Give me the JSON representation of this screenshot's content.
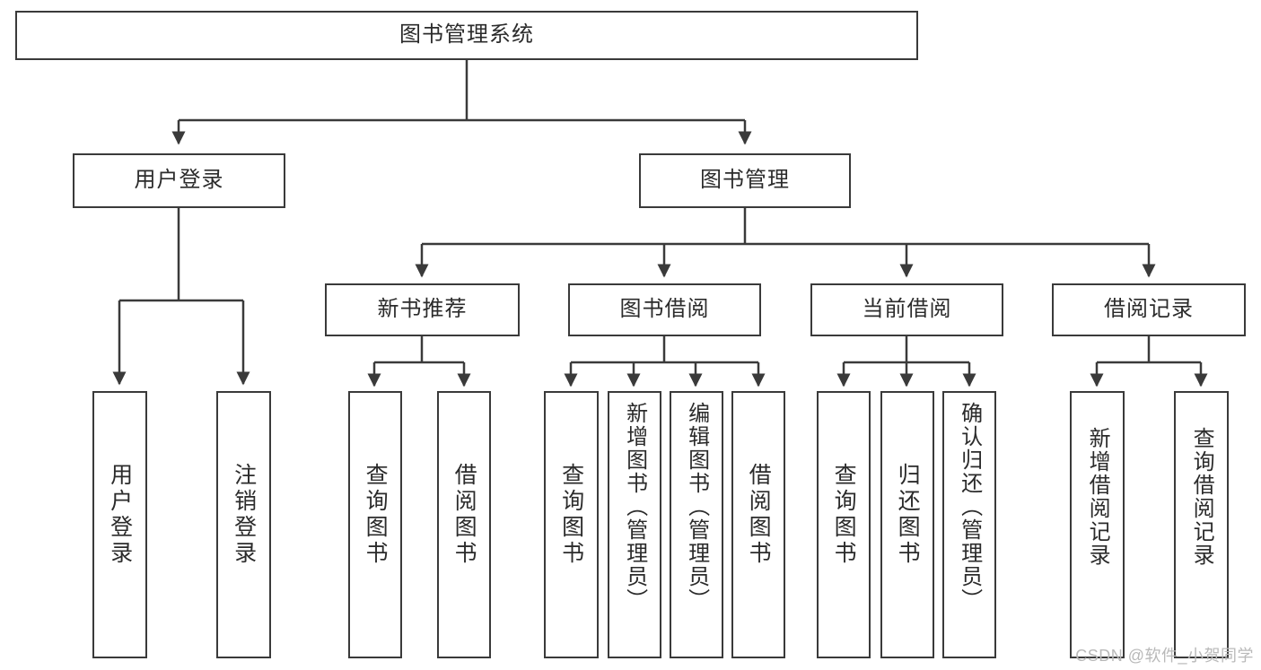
{
  "diagram": {
    "title": "图书管理系统",
    "type": "tree-hierarchy",
    "watermark": "CSDN @软件_小贺同学",
    "root": {
      "id": "root",
      "label": "图书管理系统"
    },
    "level1": [
      {
        "id": "user-login",
        "label": "用户登录"
      },
      {
        "id": "book-manage",
        "label": "图书管理"
      }
    ],
    "level2": [
      {
        "id": "new-book-rec",
        "label": "新书推荐",
        "parent": "book-manage"
      },
      {
        "id": "book-borrow",
        "label": "图书借阅",
        "parent": "book-manage"
      },
      {
        "id": "current-borrow",
        "label": "当前借阅",
        "parent": "book-manage"
      },
      {
        "id": "borrow-record",
        "label": "借阅记录",
        "parent": "book-manage"
      }
    ],
    "leaves": [
      {
        "id": "leaf-user-login",
        "label": "用户登录",
        "parent": "user-login"
      },
      {
        "id": "leaf-logout",
        "label": "注销登录",
        "parent": "user-login"
      },
      {
        "id": "leaf-query-book-1",
        "label": "查询图书",
        "parent": "new-book-rec"
      },
      {
        "id": "leaf-borrow-book-1",
        "label": "借阅图书",
        "parent": "new-book-rec"
      },
      {
        "id": "leaf-query-book-2",
        "label": "查询图书",
        "parent": "book-borrow"
      },
      {
        "id": "leaf-add-book",
        "label": "新增图书（管理员）",
        "parent": "book-borrow"
      },
      {
        "id": "leaf-edit-book",
        "label": "编辑图书（管理员）",
        "parent": "book-borrow"
      },
      {
        "id": "leaf-borrow-book-2",
        "label": "借阅图书",
        "parent": "book-borrow"
      },
      {
        "id": "leaf-query-book-3",
        "label": "查询图书",
        "parent": "current-borrow"
      },
      {
        "id": "leaf-return-book",
        "label": "归还图书",
        "parent": "current-borrow"
      },
      {
        "id": "leaf-confirm-return",
        "label": "确认归还（管理员）",
        "parent": "current-borrow"
      },
      {
        "id": "leaf-add-record",
        "label": "新增借阅记录",
        "parent": "borrow-record"
      },
      {
        "id": "leaf-query-record",
        "label": "查询借阅记录",
        "parent": "borrow-record"
      }
    ],
    "colors": {
      "stroke": "#3a3a3a",
      "text": "#2b2b2b",
      "background": "#ffffff",
      "watermark": "#b9b9b9"
    }
  }
}
